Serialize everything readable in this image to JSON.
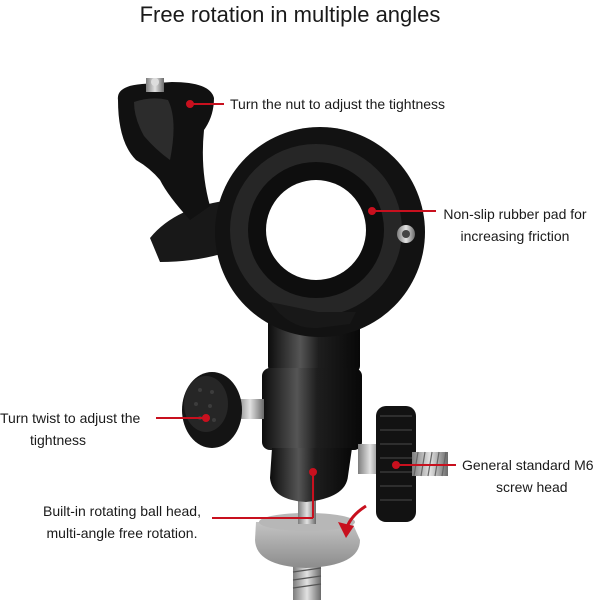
{
  "title": "Free rotation in multiple angles",
  "annotations": {
    "nut": {
      "line1": "Turn the nut to adjust the tightness"
    },
    "pad": {
      "line1": "Non-slip rubber pad for",
      "line2": "increasing friction"
    },
    "twist": {
      "line1": "Turn twist to adjust the",
      "line2": "tightness"
    },
    "screw": {
      "line1": "General standard M6",
      "line2": "screw head"
    },
    "ballhead": {
      "line1": "Built-in rotating ball head,",
      "line2": "multi-angle free rotation."
    }
  },
  "colors": {
    "pointer": "#c8101e",
    "mount": "#151515",
    "mount_highlight": "#4a4a4a",
    "base": "#9a9a9a"
  }
}
